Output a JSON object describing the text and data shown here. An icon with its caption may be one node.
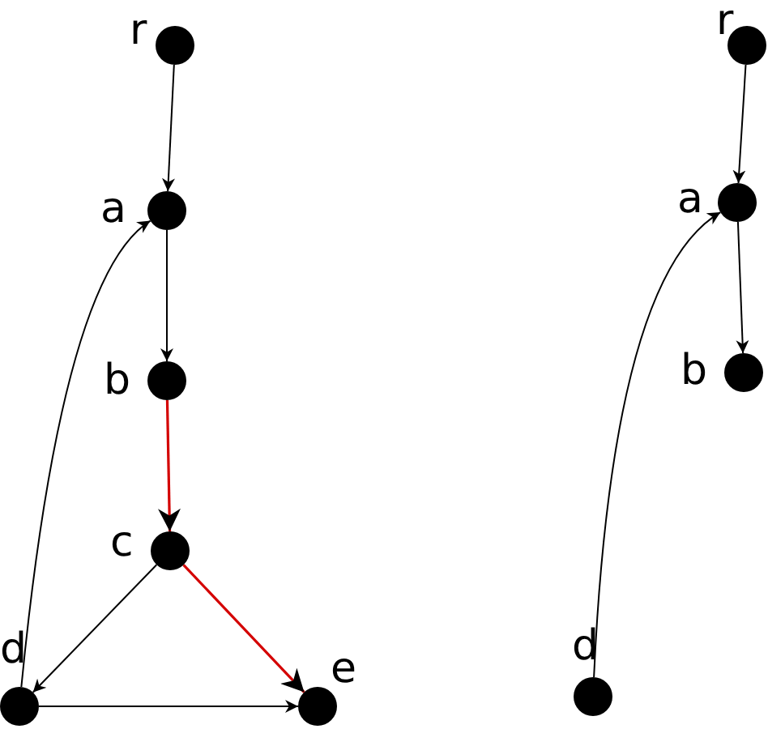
{
  "diagram": {
    "nodes": [
      {
        "text": [],
        "shape": "circle",
        "beside": [
          "r"
        ]
      },
      {
        "text": [],
        "shape": "circle",
        "beside": [
          "a"
        ]
      },
      {
        "text": [],
        "shape": "circle",
        "beside": [
          "b"
        ]
      },
      {
        "text": [],
        "shape": "circle",
        "beside": [
          "c"
        ]
      },
      {
        "text": [],
        "shape": "circle",
        "beside": [
          "d"
        ]
      },
      {
        "text": [],
        "shape": "circle",
        "beside": [
          "e"
        ]
      },
      {
        "text": [],
        "shape": "circle",
        "beside": [
          "r"
        ]
      },
      {
        "text": [],
        "shape": "circle",
        "beside": [
          "a"
        ]
      },
      {
        "text": [],
        "shape": "circle",
        "beside": [
          "b"
        ]
      },
      {
        "text": [],
        "shape": "circle",
        "beside": [
          "d"
        ]
      }
    ],
    "edges": [
      {
        "from": 0,
        "to": 1,
        "arrow": "to"
      },
      {
        "from": 1,
        "to": 2,
        "arrow": "to"
      },
      {
        "from": 2,
        "to": 3,
        "arrow": "to",
        "color": "#d40000"
      },
      {
        "from": 3,
        "to": 4,
        "arrow": "to"
      },
      {
        "from": 3,
        "to": 5,
        "arrow": "to",
        "color": "#d40000"
      },
      {
        "from": 4,
        "to": 5,
        "arrow": "to"
      },
      {
        "from": 4,
        "to": 1,
        "arrow": "to"
      },
      {
        "from": 6,
        "to": 7,
        "arrow": "to"
      },
      {
        "from": 7,
        "to": 8,
        "arrow": "to"
      },
      {
        "from": 9,
        "to": 7,
        "arrow": "to"
      }
    ]
  }
}
